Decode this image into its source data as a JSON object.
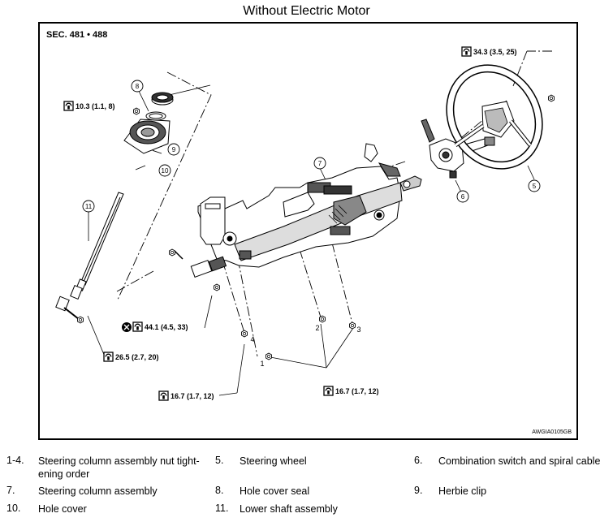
{
  "title": "Without Electric Motor",
  "section": "SEC. 481 • 488",
  "figure_code": "AWGIA0105GB",
  "callouts": {
    "c1": "1",
    "c2": "2",
    "c3": "3",
    "c4": "4",
    "c5": "5",
    "c6": "6",
    "c7": "7",
    "c8": "8",
    "c9": "9",
    "c10": "10",
    "c11": "11"
  },
  "torques": {
    "t_wheel": "34.3 (3.5, 25)",
    "t_hole_cover": "10.3 (1.1, 8)",
    "t_joint": "44.1 (4.5, 33)",
    "t_lower": "26.5 (2.7, 20)",
    "t_nut4": "16.7 (1.7, 12)",
    "t_nut123": "16.7 (1.7, 12)"
  },
  "legend": [
    {
      "num": "1-4.",
      "text": "Steering column assembly nut tight-\nening order"
    },
    {
      "num": "5.",
      "text": "Steering wheel"
    },
    {
      "num": "6.",
      "text": "Combination switch and spiral cable"
    },
    {
      "num": "7.",
      "text": "Steering column assembly"
    },
    {
      "num": "8.",
      "text": "Hole cover seal"
    },
    {
      "num": "9.",
      "text": "Herbie clip"
    },
    {
      "num": "10.",
      "text": "Hole cover"
    },
    {
      "num": "11.",
      "text": "Lower shaft assembly"
    }
  ]
}
